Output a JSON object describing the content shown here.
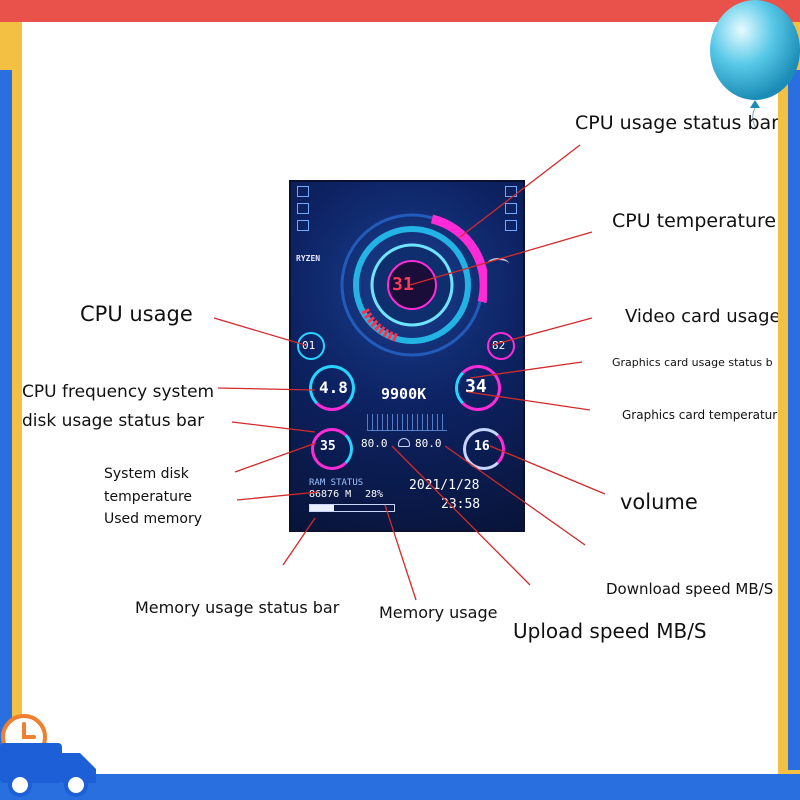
{
  "colors": {
    "border_top": "#e8524a",
    "border_side_left": "#f3c043",
    "border_side_right": "#f3c043",
    "border_bottom": "#2a6fe0",
    "accent_magenta": "#ff2bd6",
    "accent_cyan": "#27d4ff",
    "callout_line": "#d32a2a",
    "screen_bg": "#0b1a4e"
  },
  "callouts": {
    "cpu_usage_status_bar": "CPU usage status bar",
    "cpu_temperature": "CPU temperature",
    "cpu_usage": "CPU usage",
    "video_card_usage": "Video card usage",
    "graphics_card_usage_status": "Graphics card usage status b",
    "cpu_frequency_system": "CPU frequency system",
    "disk_usage_status_bar": "disk usage status bar",
    "graphics_card_temperature": "Graphics card temperatur",
    "system_disk": "System disk",
    "temperature": "temperature",
    "used_memory": "Used memory",
    "volume": "volume",
    "download_speed": "Download speed MB/S",
    "memory_usage_status_bar": "Memory usage status bar",
    "memory_usage": "Memory usage",
    "upload_speed": "Upload speed MB/S"
  },
  "screen": {
    "brand_left": "RYZEN",
    "cpu_temp": "31",
    "cpu_usage": "01",
    "gpu_usage": "82",
    "cpu_freq": "4.8",
    "gpu_temp": "34",
    "cpu_model": "9900K",
    "disk_temp": "35",
    "volume": "16",
    "upload": "80.0",
    "download": "80.0",
    "ram_status_label": "RAM STATUS",
    "ram_used": "86876 M",
    "ram_percent": "28%",
    "ram_fill": 0.28,
    "date": "2021/1/28",
    "time": "23:58"
  },
  "icons": {
    "balloon": "balloon-icon",
    "clock": "clock-icon",
    "truck": "truck-icon"
  }
}
